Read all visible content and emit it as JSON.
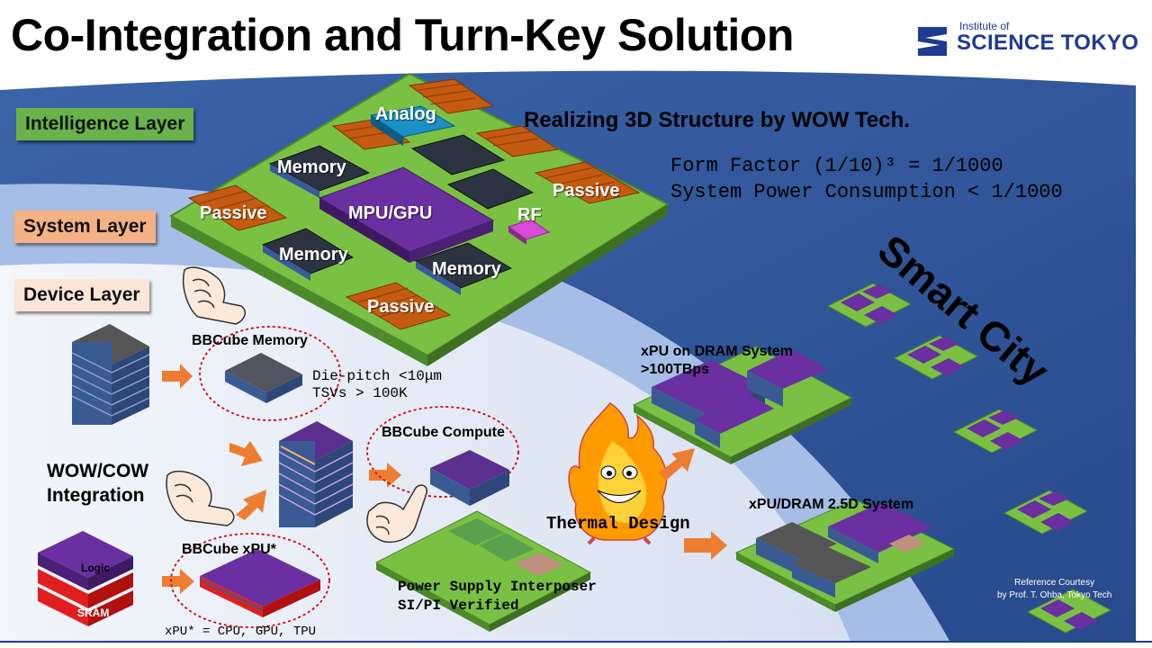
{
  "title": "Co-Integration and Turn-Key Solution",
  "logo": {
    "line1": "Institute of",
    "line2": "SCIENCE TOKYO"
  },
  "layers": {
    "intelligence": "Intelligence Layer",
    "system": "System Layer",
    "device": "Device Layer"
  },
  "headline": "Realizing 3D Structure by WOW Tech.",
  "form_factor": "Form Factor (1/10)³ = 1/1000",
  "power": "System Power Consumption < 1/1000",
  "smart_city": "Smart City",
  "board_chips": {
    "analog": "Analog",
    "memory1": "Memory",
    "memory2": "Memory",
    "memory3": "Memory",
    "mpu": "MPU/GPU",
    "rf": "RF",
    "passive1": "Passive",
    "passive2": "Passive",
    "passive3": "Passive"
  },
  "device": {
    "bbcube_memory": "BBCube Memory",
    "die_pitch": "Die-pitch <10μm",
    "tsvs": "TSVs > 100K",
    "bbcube_compute": "BBCube Compute",
    "wow_line1": "WOW/COW",
    "wow_line2": "Integration",
    "logic": "Logic",
    "sram": "SRAM",
    "bbcube_xpu": "BBCube xPU*",
    "xpu_note": "xPU* = CPU, GPU, TPU",
    "power_line1": "Power Supply Interposer",
    "power_line2": "SI/PI Verified",
    "thermal": "Thermal Design"
  },
  "systems": {
    "xpu_dram_line1": "xPU on DRAM System",
    "xpu_dram_line2": ">100TBps",
    "xpu_25d": "xPU/DRAM 2.5D System"
  },
  "reference": {
    "line1": "Reference Courtesy",
    "line2": "by Prof. T. Ohba, Tokyo Tech"
  },
  "colors": {
    "intelligence_green": "#6ab24a",
    "system_orange": "#f4b183",
    "device_peach": "#fbe5d6",
    "outer_ring": "#2e5597",
    "middle_ring": "#a6bde6",
    "inner_region": "#dbe4f4",
    "board_green": "#7ac143",
    "chip_purple": "#6a2fa0",
    "brand_blue": "#1f3a93"
  }
}
